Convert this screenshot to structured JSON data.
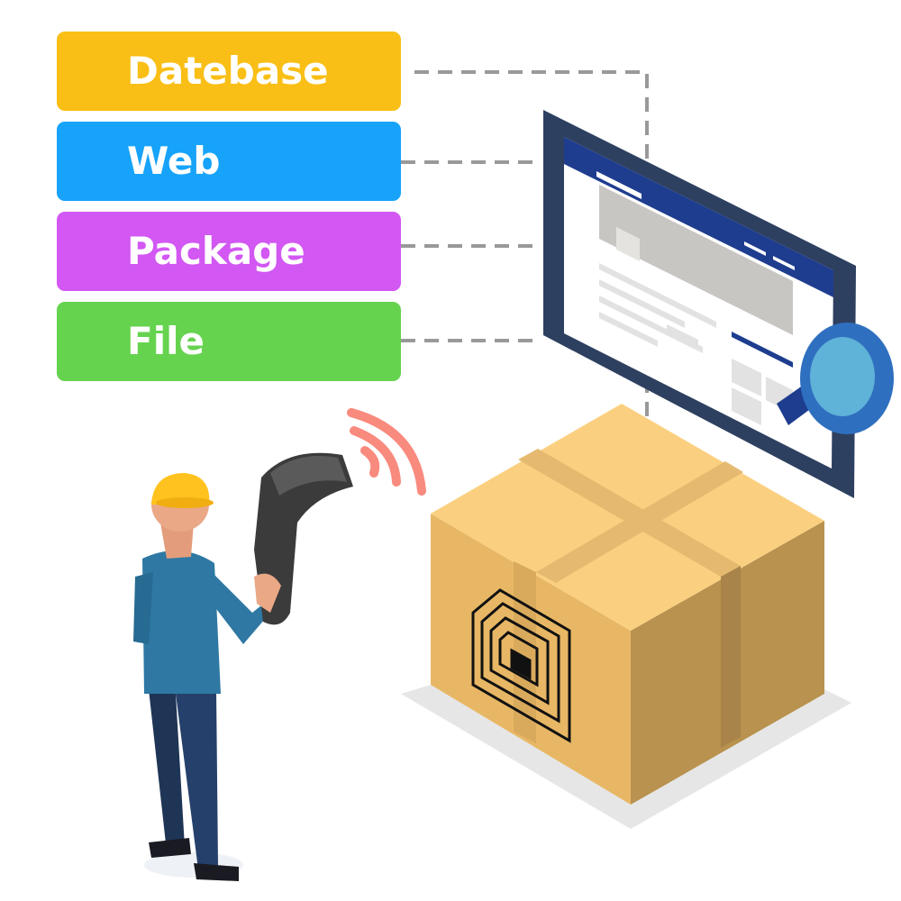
{
  "labels": [
    {
      "text": "Datebase",
      "color": "#F9BF16"
    },
    {
      "text": "Web",
      "color": "#17A3F9"
    },
    {
      "text": "Package",
      "color": "#D257F3"
    },
    {
      "text": "File",
      "color": "#66D34F"
    }
  ],
  "colors": {
    "connector": "#999999",
    "monitor_frame": "#2E4060",
    "screen_header": "#1E3D8F",
    "box_top": "#FAD080",
    "box_left": "#E8B765",
    "box_right": "#B8924E",
    "signal": "#F98A7E",
    "magnifier": "#2F6FBF"
  },
  "icons": [
    "barcode-scanner-icon",
    "magnifier-icon",
    "rfid-tag-icon",
    "signal-waves-icon"
  ]
}
